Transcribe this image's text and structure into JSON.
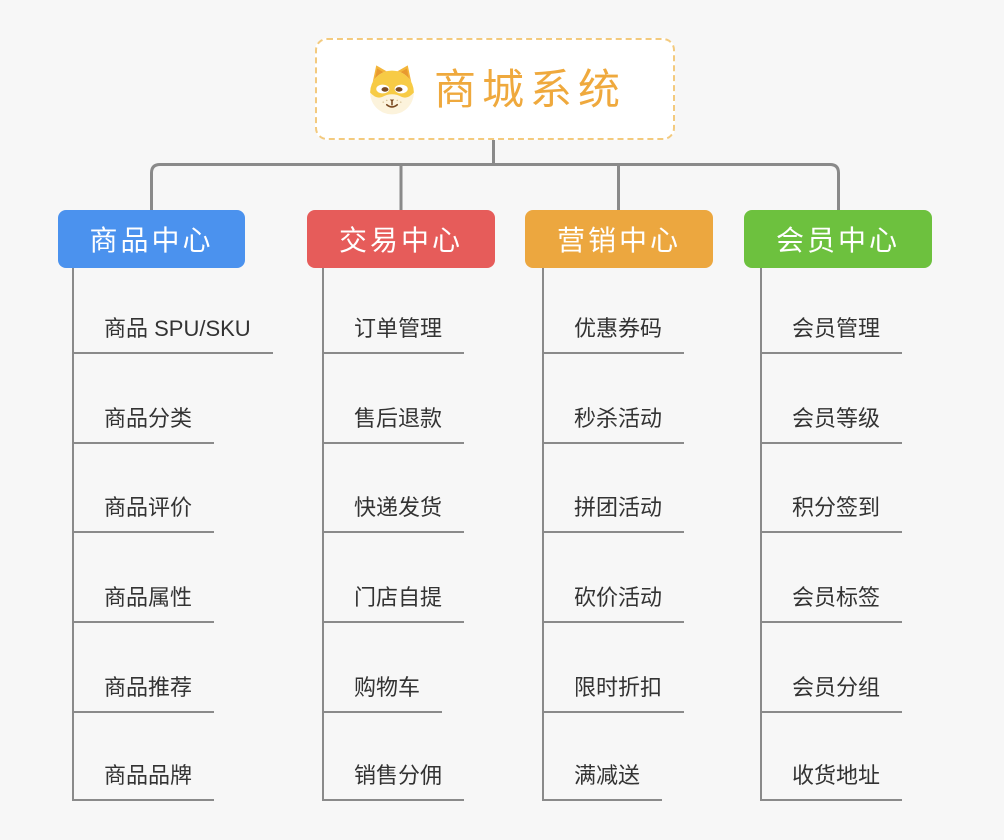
{
  "diagram": {
    "type": "mindmap-org-chart",
    "background_color": "#F7F7F7",
    "connector_color": "#8A8A8A",
    "root": {
      "title": "商城系统",
      "icon": "doge-face-icon",
      "text_color": "#EFA93D",
      "border_color": "#F3CA7E",
      "background_color": "#FFFFFF"
    },
    "branches": [
      {
        "label": "商品中心",
        "color": "#4B92EE",
        "items": [
          "商品 SPU/SKU",
          "商品分类",
          "商品评价",
          "商品属性",
          "商品推荐",
          "商品品牌"
        ]
      },
      {
        "label": "交易中心",
        "color": "#E65C5A",
        "items": [
          "订单管理",
          "售后退款",
          "快递发货",
          "门店自提",
          "购物车",
          "销售分佣"
        ]
      },
      {
        "label": "营销中心",
        "color": "#ECA73F",
        "items": [
          "优惠券码",
          "秒杀活动",
          "拼团活动",
          "砍价活动",
          "限时折扣",
          "满减送"
        ]
      },
      {
        "label": "会员中心",
        "color": "#6DC13E",
        "items": [
          "会员管理",
          "会员等级",
          "积分签到",
          "会员标签",
          "会员分组",
          "收货地址"
        ]
      }
    ]
  }
}
